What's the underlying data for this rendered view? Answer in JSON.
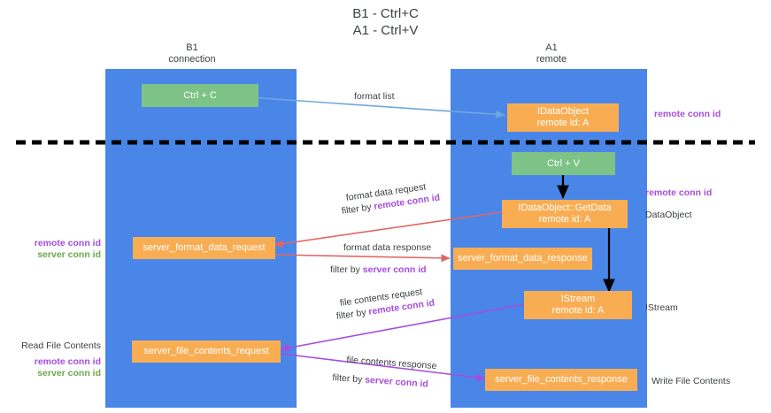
{
  "title": "B1 - Ctrl+C\nA1 - Ctrl+V",
  "colors": {
    "lane": "#4a86e8",
    "green_node": "#7dc387",
    "orange_node": "#f9ad53",
    "remote_conn_id": "#a64ddb",
    "server_conn_id": "#6aa84f",
    "arrow_blue": "#6fa8dc",
    "arrow_red": "#e06666",
    "arrow_purple": "#a64ddb",
    "arrow_black": "#000000",
    "divider": "#000000",
    "text": "#3c4043"
  },
  "columns": [
    {
      "name": "B1",
      "sub": "connection"
    },
    {
      "name": "A1",
      "sub": "remote"
    }
  ],
  "nodes": {
    "ctrl_c": {
      "lines": [
        "Ctrl + C"
      ]
    },
    "idataobject_top": {
      "lines": [
        "IDataObject",
        "remote id: A"
      ]
    },
    "ctrl_v": {
      "lines": [
        "Ctrl + V"
      ]
    },
    "getdata": {
      "lines": [
        "IDataObject::GetData",
        "remote id: A"
      ]
    },
    "server_format_data_request": {
      "lines": [
        "server_format_data_request"
      ]
    },
    "server_format_data_response": {
      "lines": [
        "server_format_data_response"
      ]
    },
    "istream": {
      "lines": [
        "IStream",
        "remote id: A"
      ]
    },
    "server_file_contents_request": {
      "lines": [
        "server_file_contents_request"
      ]
    },
    "server_file_contents_response": {
      "lines": [
        "server_file_contents_response"
      ]
    }
  },
  "edge_labels": {
    "format_list": "format list",
    "format_data_request": "format data request",
    "filter_by_1_prefix": "filter by ",
    "filter_by_1_key": "remote conn id",
    "format_data_response": "format data response",
    "filter_by_2_prefix": "filter by ",
    "filter_by_2_key": "server conn id",
    "file_contents_request": "file contents request",
    "filter_by_3_prefix": "filter by ",
    "filter_by_3_key": "remote conn id",
    "file_contents_response": "file contents response",
    "filter_by_4_prefix": "filter by ",
    "filter_by_4_key": "server conn id"
  },
  "annotations": {
    "right_top_remote": "remote conn id",
    "right_mid_remote": "remote conn id",
    "right_dataobject": "DataObject",
    "right_istream": "IStream",
    "right_write_file": "Write File Contents",
    "left_remote_1": "remote conn id",
    "left_server_1": "server conn id",
    "left_read_file": "Read File Contents",
    "left_remote_2": "remote conn id",
    "left_server_2": "server conn id"
  }
}
